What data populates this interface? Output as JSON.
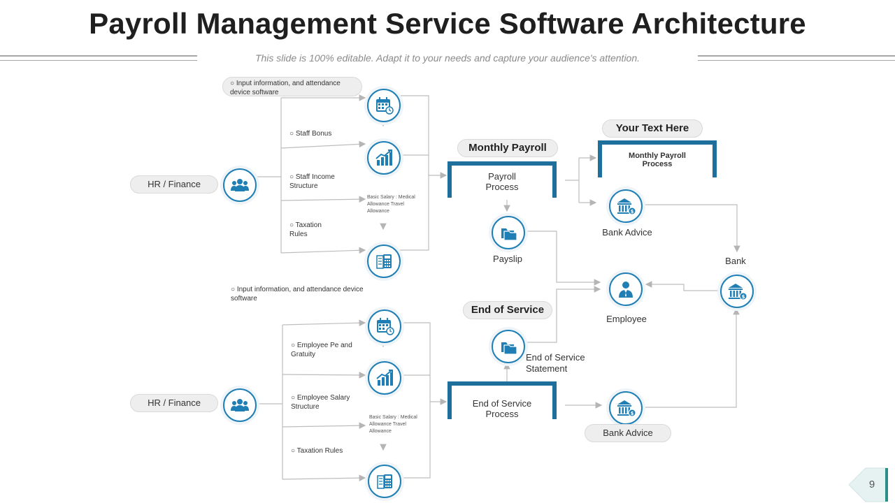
{
  "title": "Payroll Management Service Software Architecture",
  "subtitle": "This slide is 100% editable. Adapt it to your needs and capture your audience's attention.",
  "top_section": {
    "source": "HR / Finance",
    "input_note": "Input information, and attendance device software",
    "items": [
      "Staff Bonus",
      "Staff Income Structure",
      "Taxation Rules"
    ],
    "mini_note": "Basic Salary : Medical Allowance Travel Allowance"
  },
  "bottom_section": {
    "source": "HR / Finance",
    "input_note": "Input information, and attendance device software",
    "items": [
      "Employee Pe and Gratuity",
      "Employee Salary Structure",
      "Taxation Rules"
    ],
    "mini_note": "Basic Salary : Medical Allowance Travel Allowance"
  },
  "monthly_payroll": {
    "header": "Monthly Payroll",
    "box": "Payroll Process",
    "payslip": "Payslip"
  },
  "your_text": {
    "header": "Your Text Here",
    "box": "Monthly Payroll Process"
  },
  "bank_advice_top": "Bank Advice",
  "bank": "Bank",
  "employee": "Employee",
  "end_of_service": {
    "header": "End of Service",
    "box": "End of Service Process",
    "statement": "End of Service Statement"
  },
  "bank_advice_bottom": "Bank Advice",
  "page_number": "9",
  "colors": {
    "accent": "#1f7fb5",
    "box_border": "#1f6f9c",
    "page_tab": "#2a8f86"
  },
  "icons": [
    "calendar-clock-icon",
    "growth-chart-icon",
    "calculator-icon",
    "team-icon",
    "folder-icon",
    "bank-icon",
    "employee-icon"
  ]
}
